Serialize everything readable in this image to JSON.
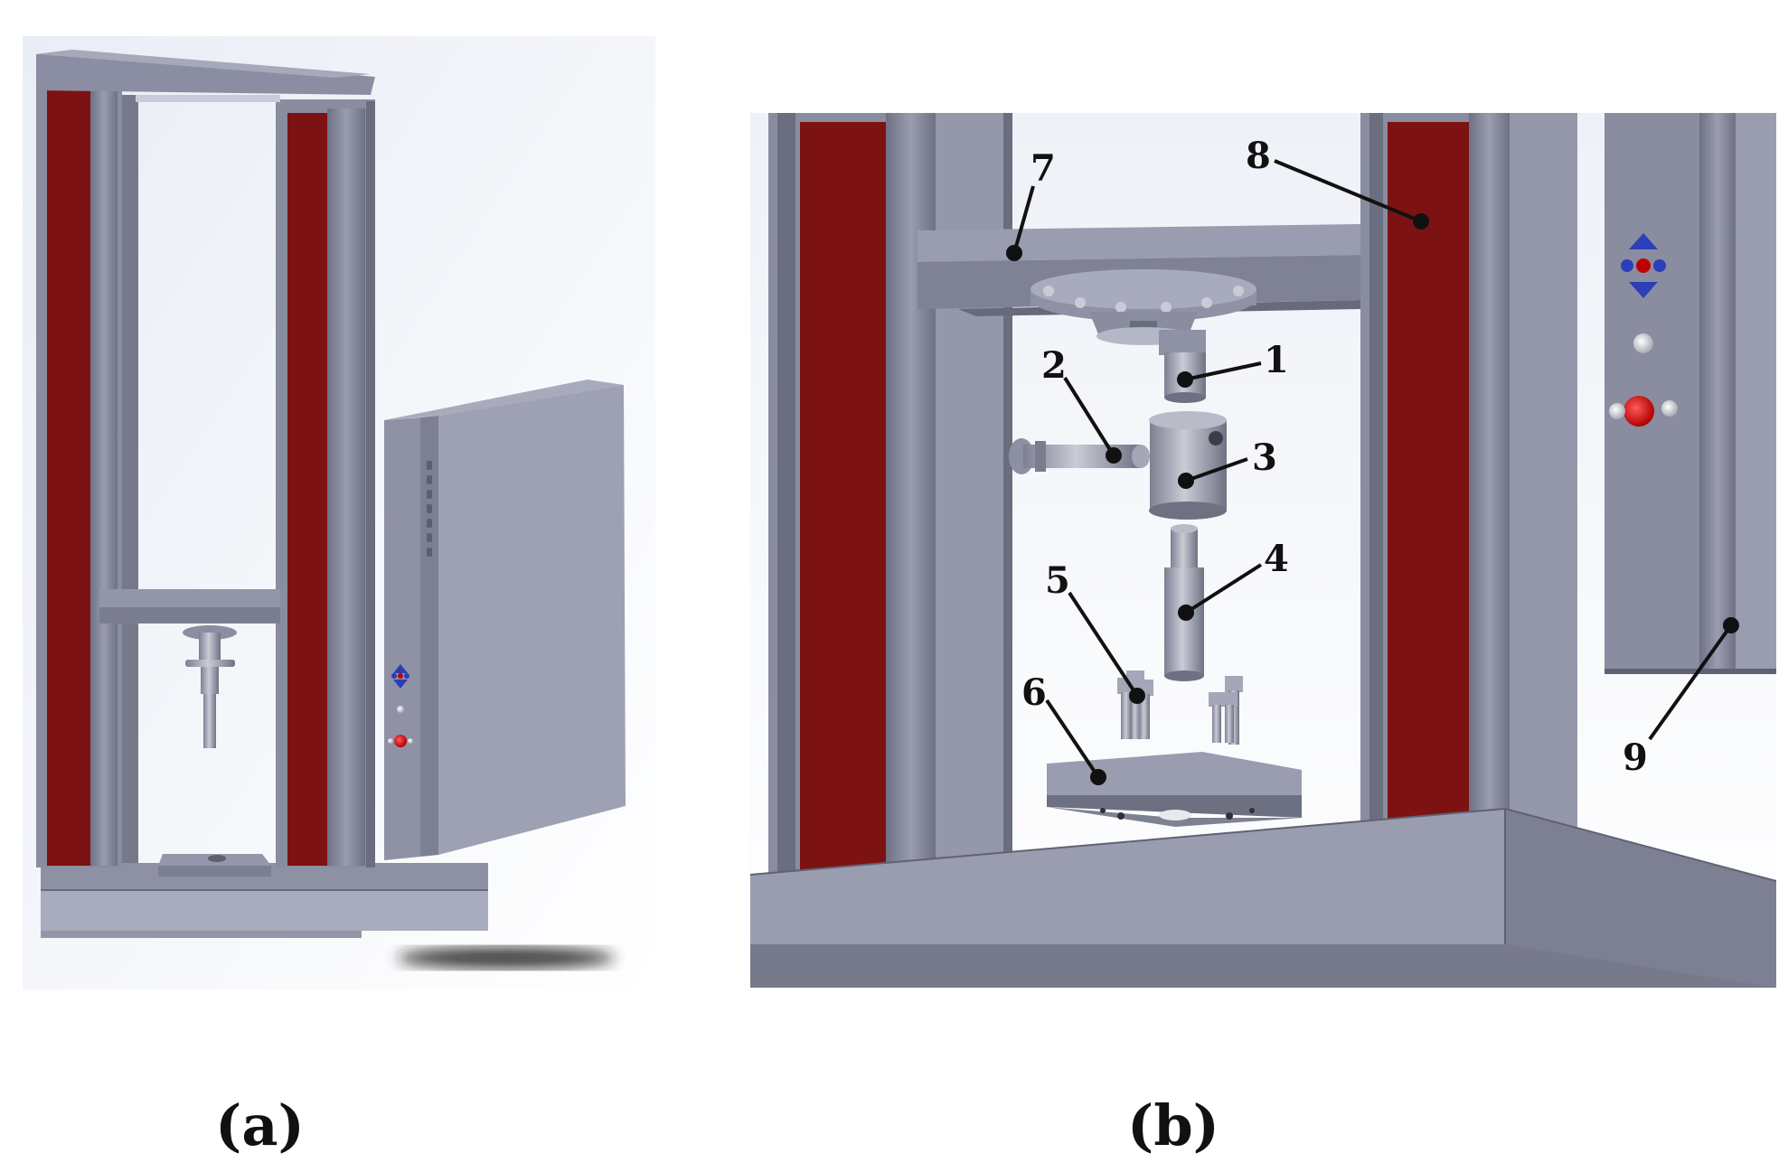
{
  "panels": {
    "a": {
      "label": "(a)"
    },
    "b": {
      "label": "(b)"
    }
  },
  "callouts": [
    "1",
    "2",
    "3",
    "4",
    "5",
    "6",
    "7",
    "8",
    "9"
  ],
  "colors": {
    "frame_grey": "#8c8fa3",
    "frame_dark": "#5e6070",
    "red_channel": "#7d1212",
    "background": "#ffffff"
  }
}
